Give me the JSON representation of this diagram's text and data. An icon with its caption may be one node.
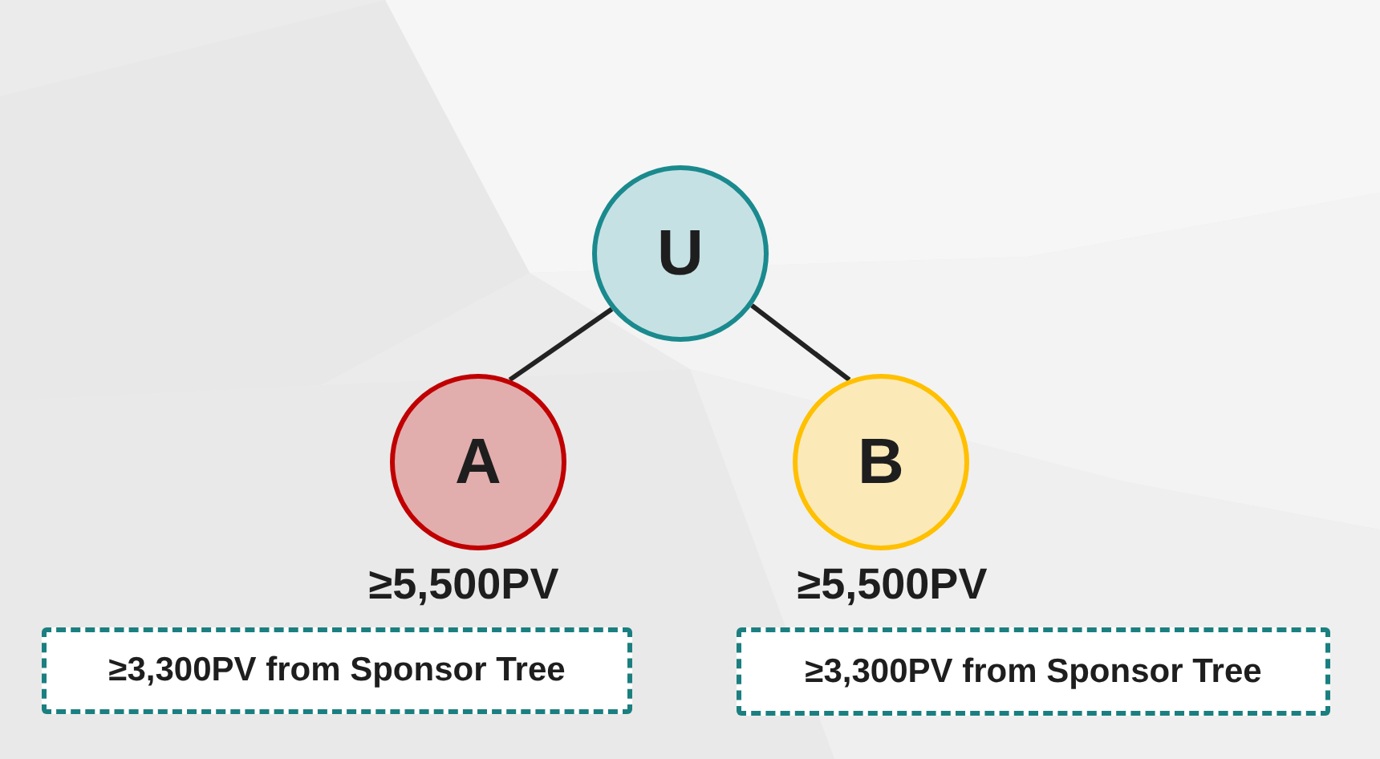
{
  "diagram": {
    "nodes": [
      {
        "text": [
          "U"
        ]
      },
      {
        "text": [
          "A"
        ],
        "beside": [
          "≥5,500PV"
        ]
      },
      {
        "text": [
          "B"
        ],
        "beside": [
          "≥5,500PV"
        ]
      },
      {
        "text": [
          "≥3,300PV from Sponsor Tree"
        ]
      },
      {
        "text": [
          "≥3,300PV from Sponsor Tree"
        ]
      }
    ],
    "edges": [
      {
        "from": 0,
        "to": 1,
        "arrow": "none"
      },
      {
        "from": 0,
        "to": 2,
        "arrow": "none"
      }
    ]
  }
}
